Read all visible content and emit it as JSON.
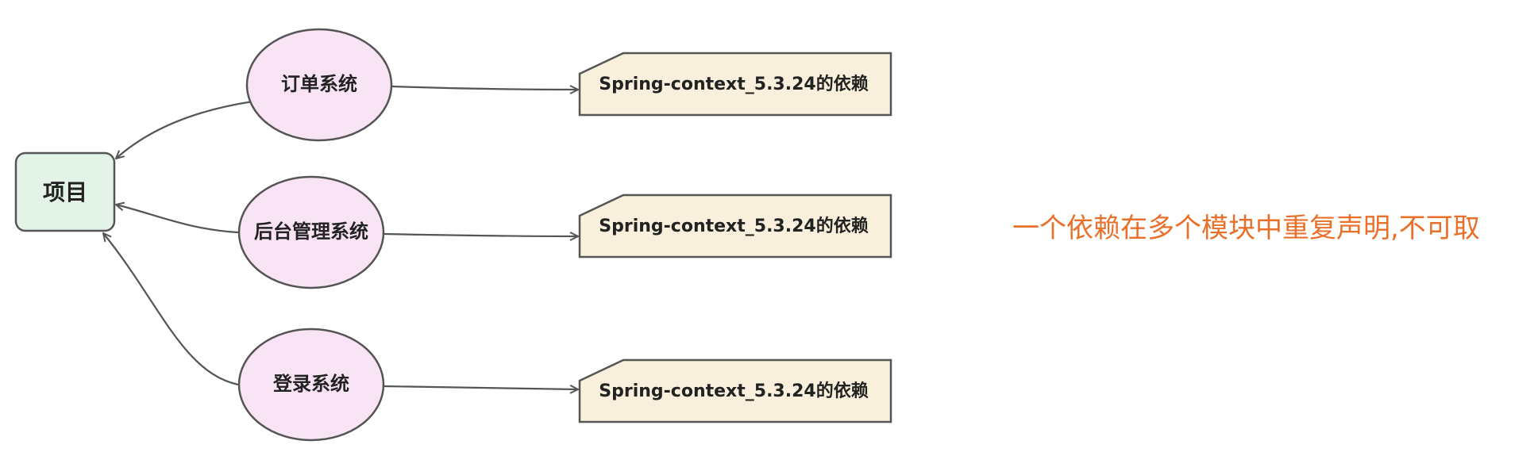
{
  "project": {
    "label": "项目"
  },
  "modules": [
    {
      "label": "订单系统"
    },
    {
      "label": "后台管理系统"
    },
    {
      "label": "登录系统"
    }
  ],
  "dependencies": [
    {
      "label": "Spring-context_5.3.24的依赖"
    },
    {
      "label": "Spring-context_5.3.24的依赖"
    },
    {
      "label": "Spring-context_5.3.24的依赖"
    }
  ],
  "note": {
    "text": "一个依赖在多个模块中重复声明,不可取"
  },
  "colors": {
    "project_fill": "#e3f3e8",
    "module_fill": "#f9e4f6",
    "dependency_fill": "#f8f0dc",
    "stroke": "#555555",
    "note_text": "#e8702a"
  }
}
